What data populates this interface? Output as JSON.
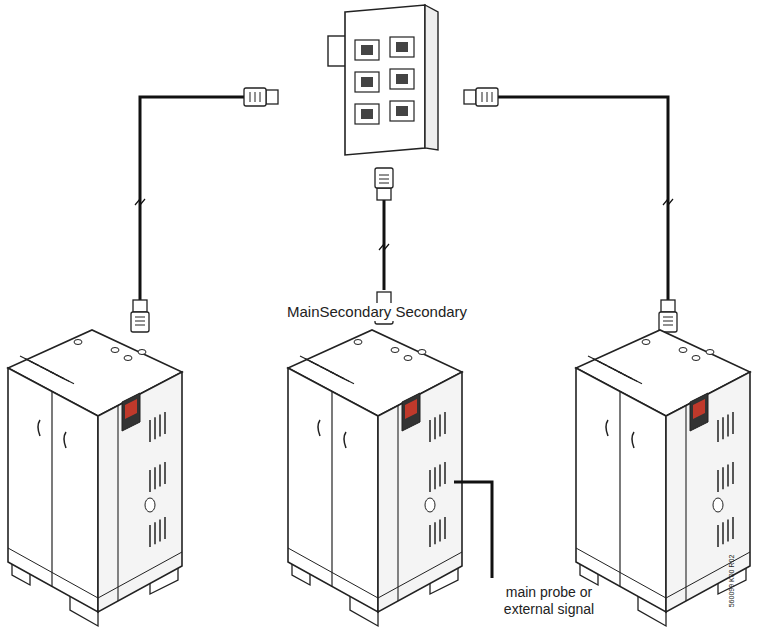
{
  "diagram": {
    "labels": [
      "MainSecondary Secondary",
      "main probe or external signal",
      "560099 K00 R02"
    ]
  }
}
